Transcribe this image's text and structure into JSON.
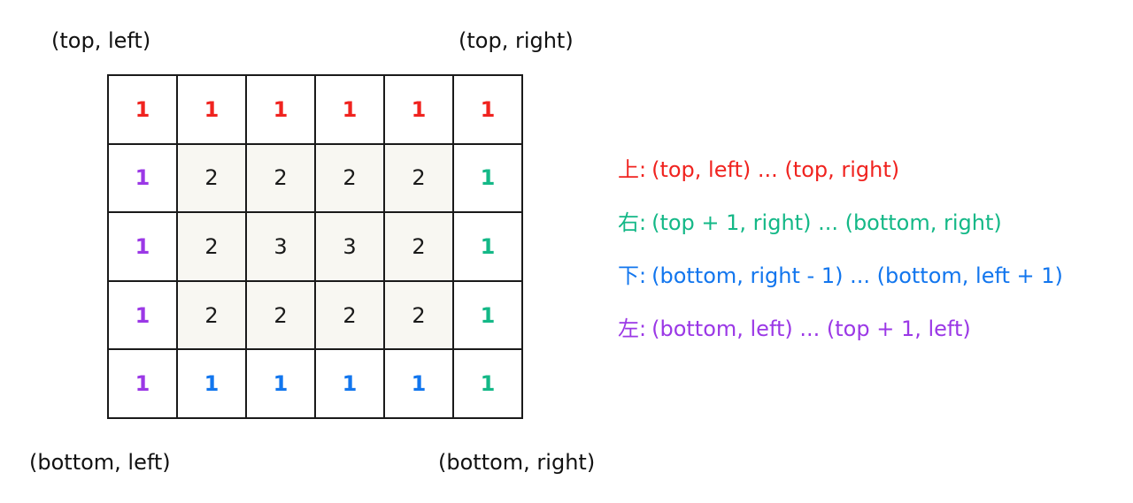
{
  "corners": {
    "top_left": "(top, left)",
    "top_right": "(top, right)",
    "bottom_left": "(bottom, left)",
    "bottom_right": "(bottom, right)"
  },
  "colors": {
    "top": "#f0231f",
    "right": "#14b887",
    "bottom": "#1276ee",
    "left": "#9b38e6",
    "inner": "#1a1a1a",
    "inner_bg": "#f8f7f2"
  },
  "grid": {
    "rows": [
      [
        {
          "v": "1",
          "c": "red"
        },
        {
          "v": "1",
          "c": "red"
        },
        {
          "v": "1",
          "c": "red"
        },
        {
          "v": "1",
          "c": "red"
        },
        {
          "v": "1",
          "c": "red"
        },
        {
          "v": "1",
          "c": "red"
        }
      ],
      [
        {
          "v": "1",
          "c": "purple"
        },
        {
          "v": "2",
          "c": "black",
          "inner": true
        },
        {
          "v": "2",
          "c": "black",
          "inner": true
        },
        {
          "v": "2",
          "c": "black",
          "inner": true
        },
        {
          "v": "2",
          "c": "black",
          "inner": true
        },
        {
          "v": "1",
          "c": "green"
        }
      ],
      [
        {
          "v": "1",
          "c": "purple"
        },
        {
          "v": "2",
          "c": "black",
          "inner": true
        },
        {
          "v": "3",
          "c": "black",
          "inner": true
        },
        {
          "v": "3",
          "c": "black",
          "inner": true
        },
        {
          "v": "2",
          "c": "black",
          "inner": true
        },
        {
          "v": "1",
          "c": "green"
        }
      ],
      [
        {
          "v": "1",
          "c": "purple"
        },
        {
          "v": "2",
          "c": "black",
          "inner": true
        },
        {
          "v": "2",
          "c": "black",
          "inner": true
        },
        {
          "v": "2",
          "c": "black",
          "inner": true
        },
        {
          "v": "2",
          "c": "black",
          "inner": true
        },
        {
          "v": "1",
          "c": "green"
        }
      ],
      [
        {
          "v": "1",
          "c": "purple"
        },
        {
          "v": "1",
          "c": "blue"
        },
        {
          "v": "1",
          "c": "blue"
        },
        {
          "v": "1",
          "c": "blue"
        },
        {
          "v": "1",
          "c": "blue"
        },
        {
          "v": "1",
          "c": "green"
        }
      ]
    ]
  },
  "legend": [
    {
      "dir": "上:",
      "text": "(top, left) ... (top, right)",
      "color": "#f0231f"
    },
    {
      "dir": "右:",
      "text": "(top + 1, right) ... (bottom, right)",
      "color": "#14b887"
    },
    {
      "dir": "下:",
      "text": "(bottom, right - 1) ... (bottom, left + 1)",
      "color": "#1276ee"
    },
    {
      "dir": "左:",
      "text": "(bottom, left) ... (top + 1, left)",
      "color": "#9b38e6"
    }
  ]
}
